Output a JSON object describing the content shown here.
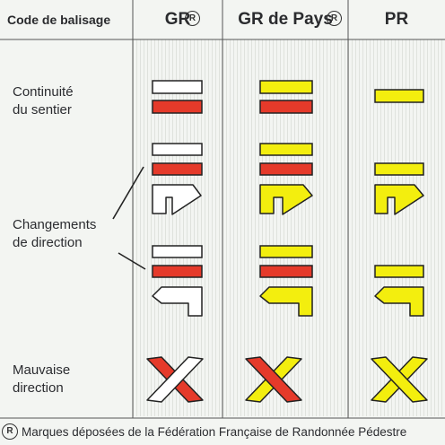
{
  "header": {
    "code_label": "Code de balisage",
    "col_gr": "GR",
    "col_grp": "GR de Pays",
    "col_pr": "PR",
    "reg_mark": "R"
  },
  "rows": {
    "continuity_line1": "Continuité",
    "continuity_line2": "du sentier",
    "change_line1": "Changements",
    "change_line2": "de direction",
    "wrong_line1": "Mauvaise",
    "wrong_line2": "direction"
  },
  "footer": {
    "reg_mark": "R",
    "text": "Marques déposées de la Fédération Française de Randonnée Pédestre"
  },
  "colors": {
    "background": "#f3f5f2",
    "white_stripe": "#ffffff",
    "red": "#e53a2a",
    "yellow": "#f3ee0e",
    "outline": "#222222",
    "grid_line": "#555555"
  },
  "icons": {
    "continuity": "stripe-pair-icon",
    "change_right": "turn-right-marker-icon",
    "change_left": "turn-left-marker-icon",
    "wrong_way": "cross-x-icon"
  }
}
